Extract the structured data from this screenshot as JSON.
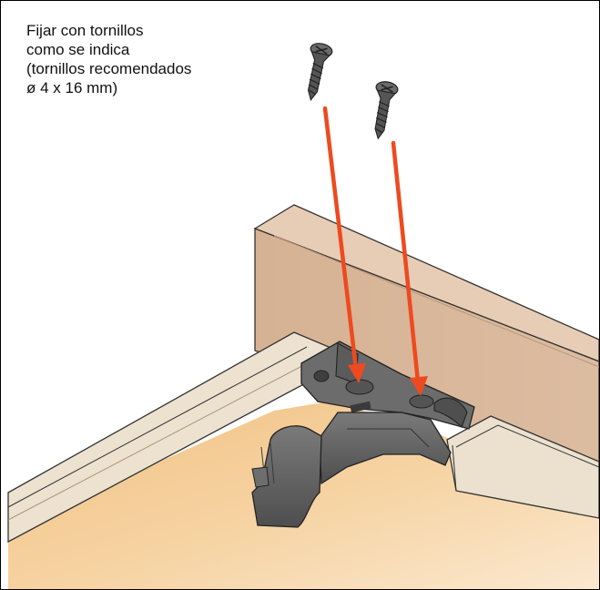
{
  "instruction": {
    "lines": [
      "Fijar con tornillos",
      "como se indica",
      "(tornillos recomendados",
      "ø 4 x 16 mm)"
    ]
  },
  "colors": {
    "arrow": "#ee4a1f",
    "back_panel": "#d9b79a",
    "side_rail": "#ece0cc",
    "drawer_floor": "#f4c98c",
    "clip_plastic": "#5e5e5e",
    "screw_metal": "#4a4a4a"
  },
  "icons": {
    "screws": [
      "screw-icon",
      "screw-icon"
    ],
    "clip": "drawer-front-clip",
    "arrows": [
      "arrow-down-icon",
      "arrow-down-icon"
    ]
  }
}
